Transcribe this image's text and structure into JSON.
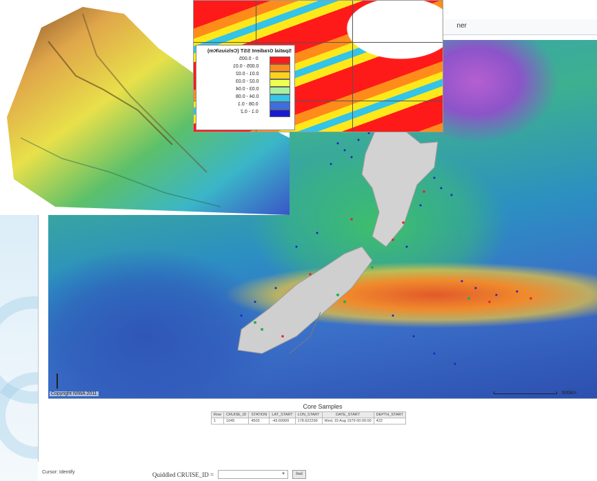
{
  "topbar": {
    "label": "ner"
  },
  "map": {
    "copyright": "Copyright NIWA 2011",
    "scale_label": "500km",
    "colors": {
      "high": "#e15a2a",
      "mid": "#3fbf6a",
      "low": "#2d4fb0",
      "land": "#cfcfcf",
      "points_blue": "#1a22c8",
      "points_red": "#e4272b",
      "points_green": "#22b14c"
    }
  },
  "sst_legend": {
    "title": "Spatial Gradient SST (Celsius/Km)",
    "items": [
      {
        "label": "0 - 0.005",
        "color": "#ff1a1a"
      },
      {
        "label": "0.005 - 0.01",
        "color": "#ff8c1a"
      },
      {
        "label": "0.01 - 0.02",
        "color": "#ffd21a"
      },
      {
        "label": "0.02 - 0.03",
        "color": "#eeff4d"
      },
      {
        "label": "0.03 - 0.04",
        "color": "#a8f0a0"
      },
      {
        "label": "0.04 - 0.08",
        "color": "#33c4e8"
      },
      {
        "label": "0.08 - 0.1",
        "color": "#3a6fe8"
      },
      {
        "label": "0.1 - 0.2",
        "color": "#1a1ad2"
      }
    ]
  },
  "core_samples": {
    "title": "Core Samples",
    "columns": [
      "Row",
      "CRUISE_ID",
      "STATION",
      "LAT_START",
      "LON_START",
      "DATE_START",
      "DEPTH_START"
    ],
    "rows": [
      [
        "1",
        "1045",
        "4503",
        "-43.69999",
        "178.622299",
        "Wed, 15 Aug 1979 00:00:00",
        "422"
      ]
    ]
  },
  "status": {
    "cursor": "Cursor: Identify",
    "query_label": "Quiddled CRUISE_ID =",
    "query_value": "",
    "find_label": "find"
  }
}
